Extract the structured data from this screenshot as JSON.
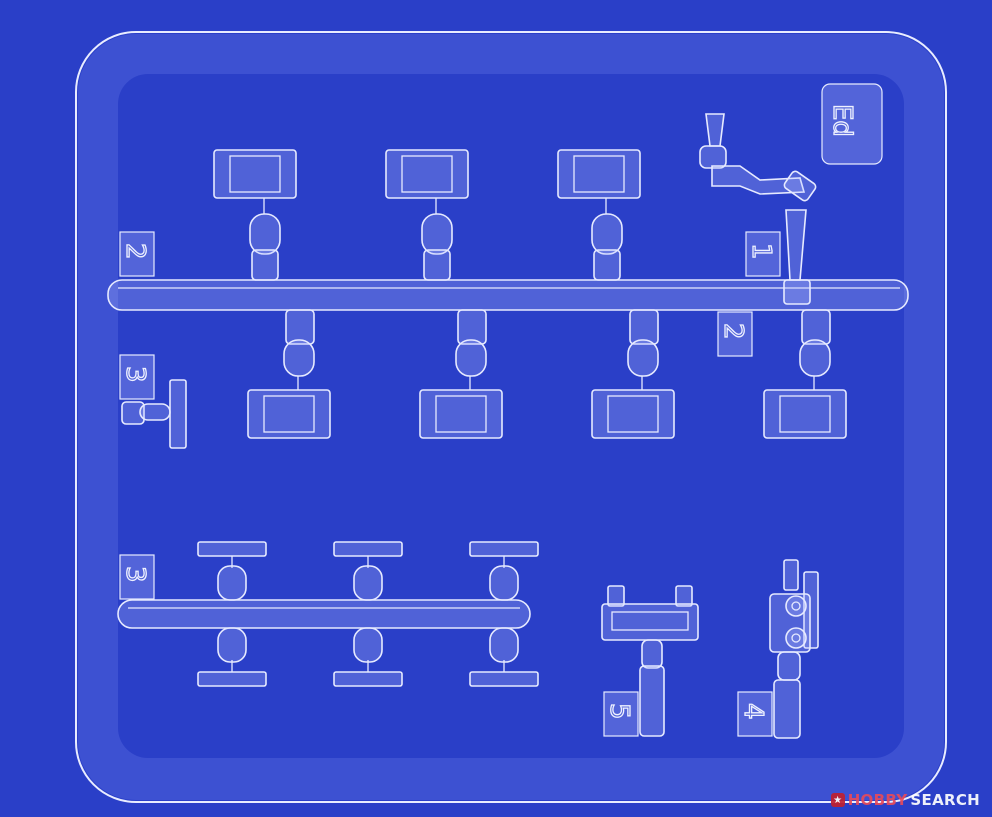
{
  "sprue": {
    "code": "Ed",
    "part_numbers": [
      "2",
      "1",
      "2",
      "3",
      "3",
      "5",
      "4"
    ]
  },
  "watermark": {
    "brand": "HOBBY",
    "suffix": "SEARCH"
  },
  "colors": {
    "background": "#2a3fc8",
    "plastic_fill": "#7e8cf2",
    "plastic_stroke": "#dfe4ff"
  }
}
